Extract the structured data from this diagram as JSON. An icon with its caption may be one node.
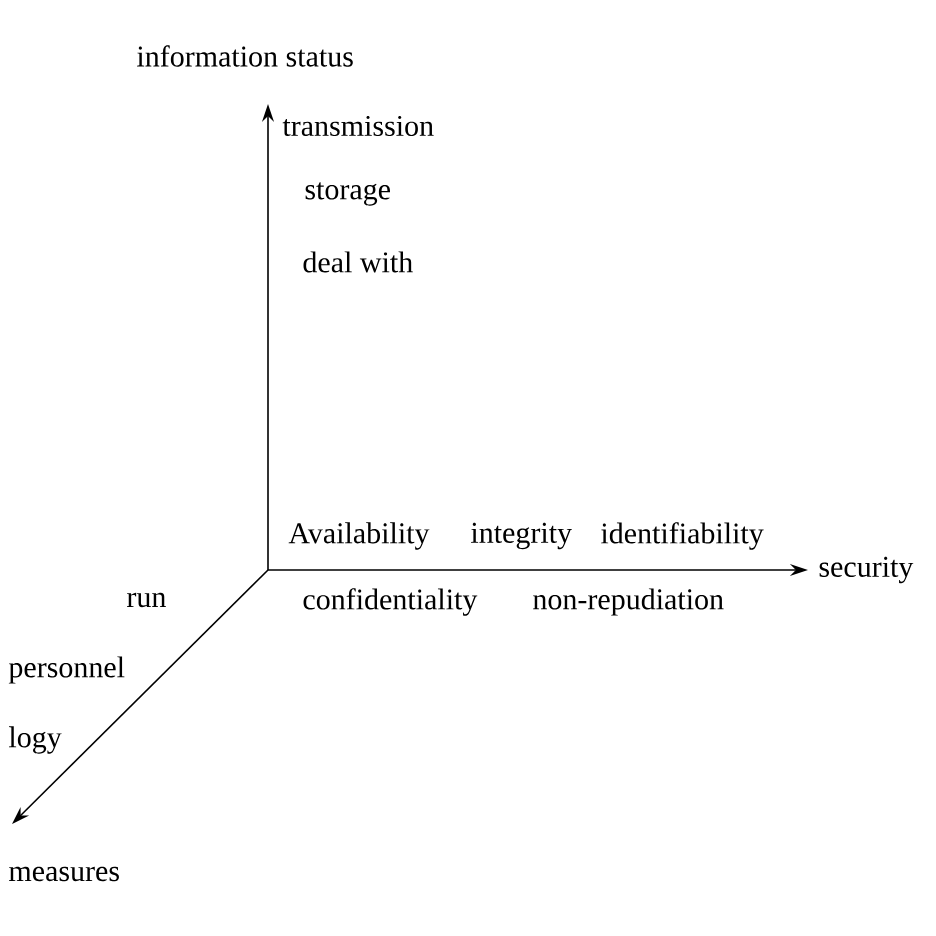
{
  "diagram": {
    "labels": [
      "information status",
      "transmission",
      "storage",
      "deal with",
      "Availability",
      "integrity",
      "identifiability",
      "security",
      "run",
      "confidentiality",
      "non-repudiation",
      "personnel",
      "logy",
      "measures"
    ]
  }
}
